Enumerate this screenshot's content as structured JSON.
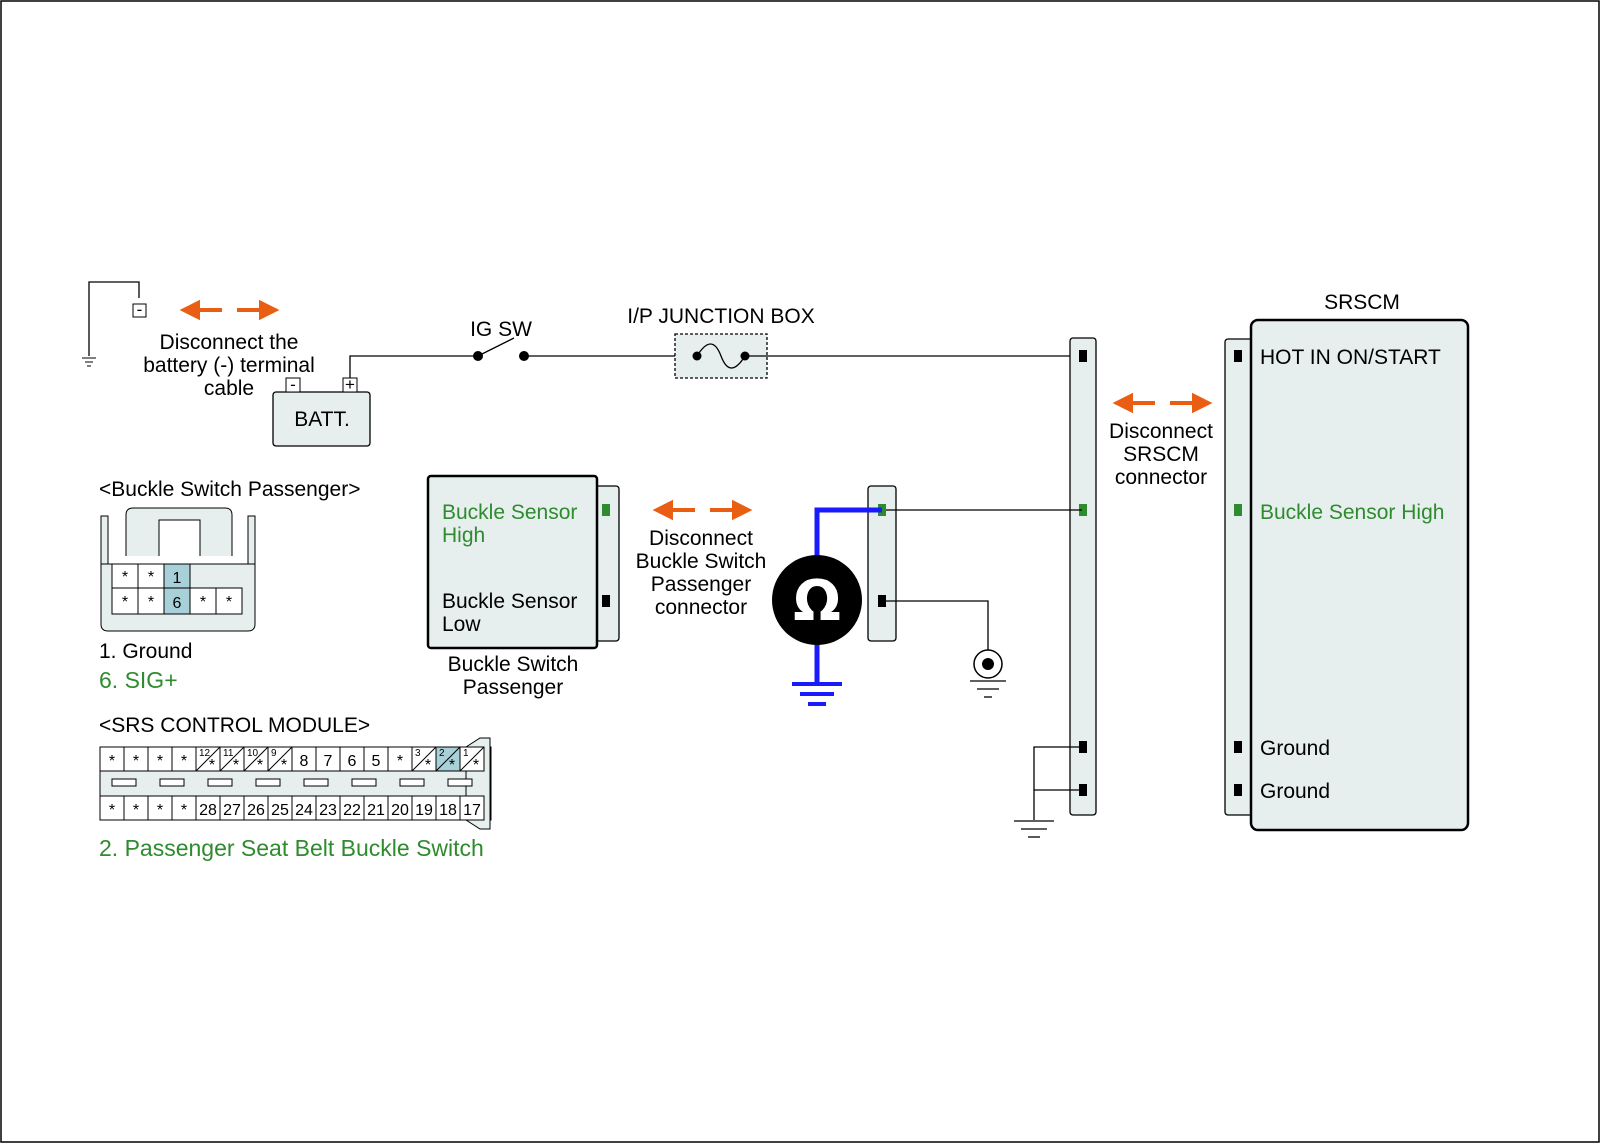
{
  "battery": {
    "disconnect_note": [
      "Disconnect the",
      "battery (-) terminal",
      "cable"
    ],
    "label": "BATT.",
    "neg_sign": "-",
    "pos_sign": "+"
  },
  "ig_switch": {
    "label": "IG SW"
  },
  "junction_box": {
    "label": "I/P JUNCTION BOX"
  },
  "srscm": {
    "title": "SRSCM",
    "pins": [
      "HOT IN ON/START",
      "Buckle Sensor High",
      "Ground",
      "Ground"
    ],
    "disconnect_note": [
      "Disconnect",
      "SRSCM",
      "connector"
    ]
  },
  "buckle_switch": {
    "pins": [
      [
        "Buckle Sensor",
        "High"
      ],
      [
        "Buckle Sensor",
        "Low"
      ]
    ],
    "label": [
      "Buckle Switch",
      "Passenger"
    ],
    "disconnect_note": [
      "Disconnect",
      "Buckle Switch",
      "Passenger",
      "connector"
    ]
  },
  "ohmmeter": {
    "symbol": "Ω"
  },
  "connector_buckle": {
    "title": "<Buckle Switch Passenger>",
    "top_row": [
      "*",
      "*",
      "1"
    ],
    "bottom_row": [
      "*",
      "*",
      "6",
      "*",
      "*"
    ],
    "legend": [
      {
        "text": "1. Ground",
        "color": "#000000"
      },
      {
        "text": "6. SIG+",
        "color": "#2e8b2e"
      }
    ]
  },
  "connector_srs": {
    "title": "<SRS CONTROL MODULE>",
    "top_row": [
      "*",
      "*",
      "*",
      "*",
      "12",
      "11",
      "10",
      "9",
      "8",
      "7",
      "6",
      "5",
      "*",
      "3",
      "2",
      "1"
    ],
    "bottom_row": [
      "*",
      "*",
      "*",
      "*",
      "28",
      "27",
      "26",
      "25",
      "24",
      "23",
      "22",
      "21",
      "20",
      "19",
      "18",
      "17"
    ],
    "caption": "2. Passenger Seat Belt Buckle Switch"
  },
  "colors": {
    "highlight_pin": "#a8d0d8",
    "signal_green": "#2e8b2e",
    "arrow_orange": "#ea5e14",
    "meter_blue": "#1a1aff",
    "panel_fill": "#e6eeee"
  }
}
